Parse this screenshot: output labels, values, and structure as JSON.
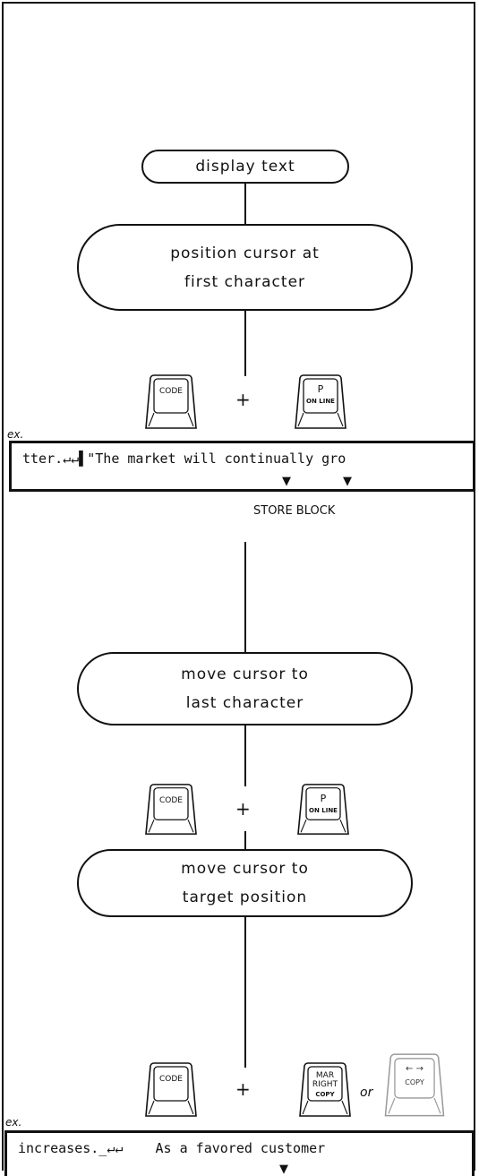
{
  "steps": {
    "display_text": [
      "display text"
    ],
    "position_cursor": [
      "position cursor at",
      "first character"
    ],
    "move_last": [
      "move cursor to",
      "last character"
    ],
    "move_target": [
      "move cursor to",
      "target position"
    ]
  },
  "keys": {
    "code": "CODE",
    "p_main": "P",
    "p_sub": "ON LINE",
    "mar_line1": "MAR",
    "mar_line2": "RIGHT",
    "mar_line3": "COPY",
    "copy_arrows": "← →",
    "copy_label": "COPY"
  },
  "connectors": {
    "plus": "+",
    "or": "or",
    "example": "ex."
  },
  "screens": {
    "first": "tter.↵↵▌\"The market will continually gro",
    "first_caption": "STORE BLOCK",
    "second": "increases._↵↵    As a favored customer"
  },
  "marker_glyph": "▼"
}
